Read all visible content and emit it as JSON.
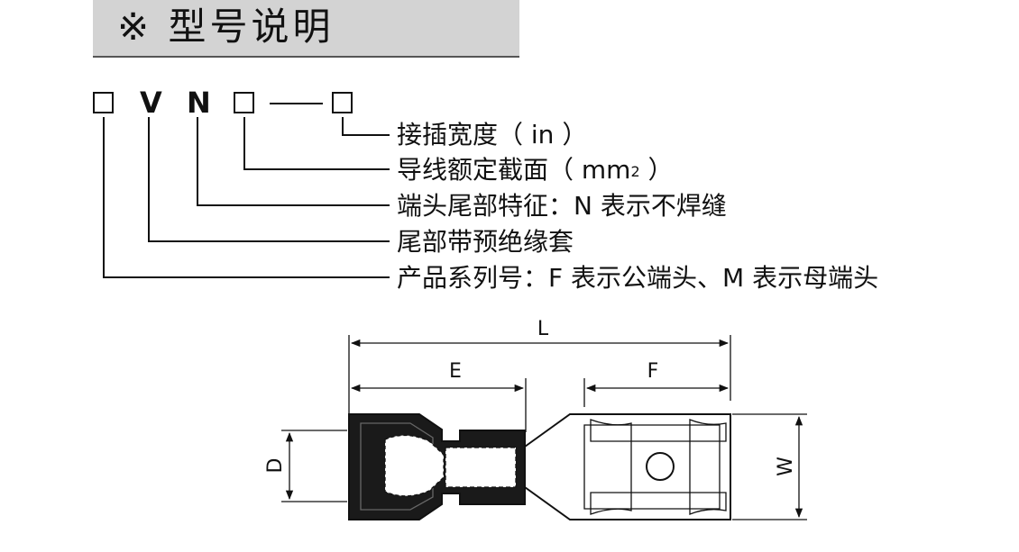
{
  "header": {
    "title": "※ 型号说明",
    "band_color": "#d3d3d3"
  },
  "code": {
    "letters": [
      "V",
      "N"
    ]
  },
  "legend": [
    {
      "id": "width",
      "text": "接插宽度（ in ）"
    },
    {
      "id": "section",
      "text": "导线额定截面（ mm",
      "sup": "2",
      "suffix": " ）"
    },
    {
      "id": "tail",
      "text": "端头尾部特征：N 表示不焊缝"
    },
    {
      "id": "insulation",
      "text": "尾部带预绝缘套"
    },
    {
      "id": "series",
      "text": "产品系列号：F 表示公端头、M 表示母端头"
    }
  ],
  "drawing": {
    "dimensions": {
      "L": "L",
      "E": "E",
      "F": "F",
      "D": "D",
      "W": "W"
    },
    "sleeve_color": "#1a1a1a",
    "terminal_fill": "#ffffff"
  }
}
